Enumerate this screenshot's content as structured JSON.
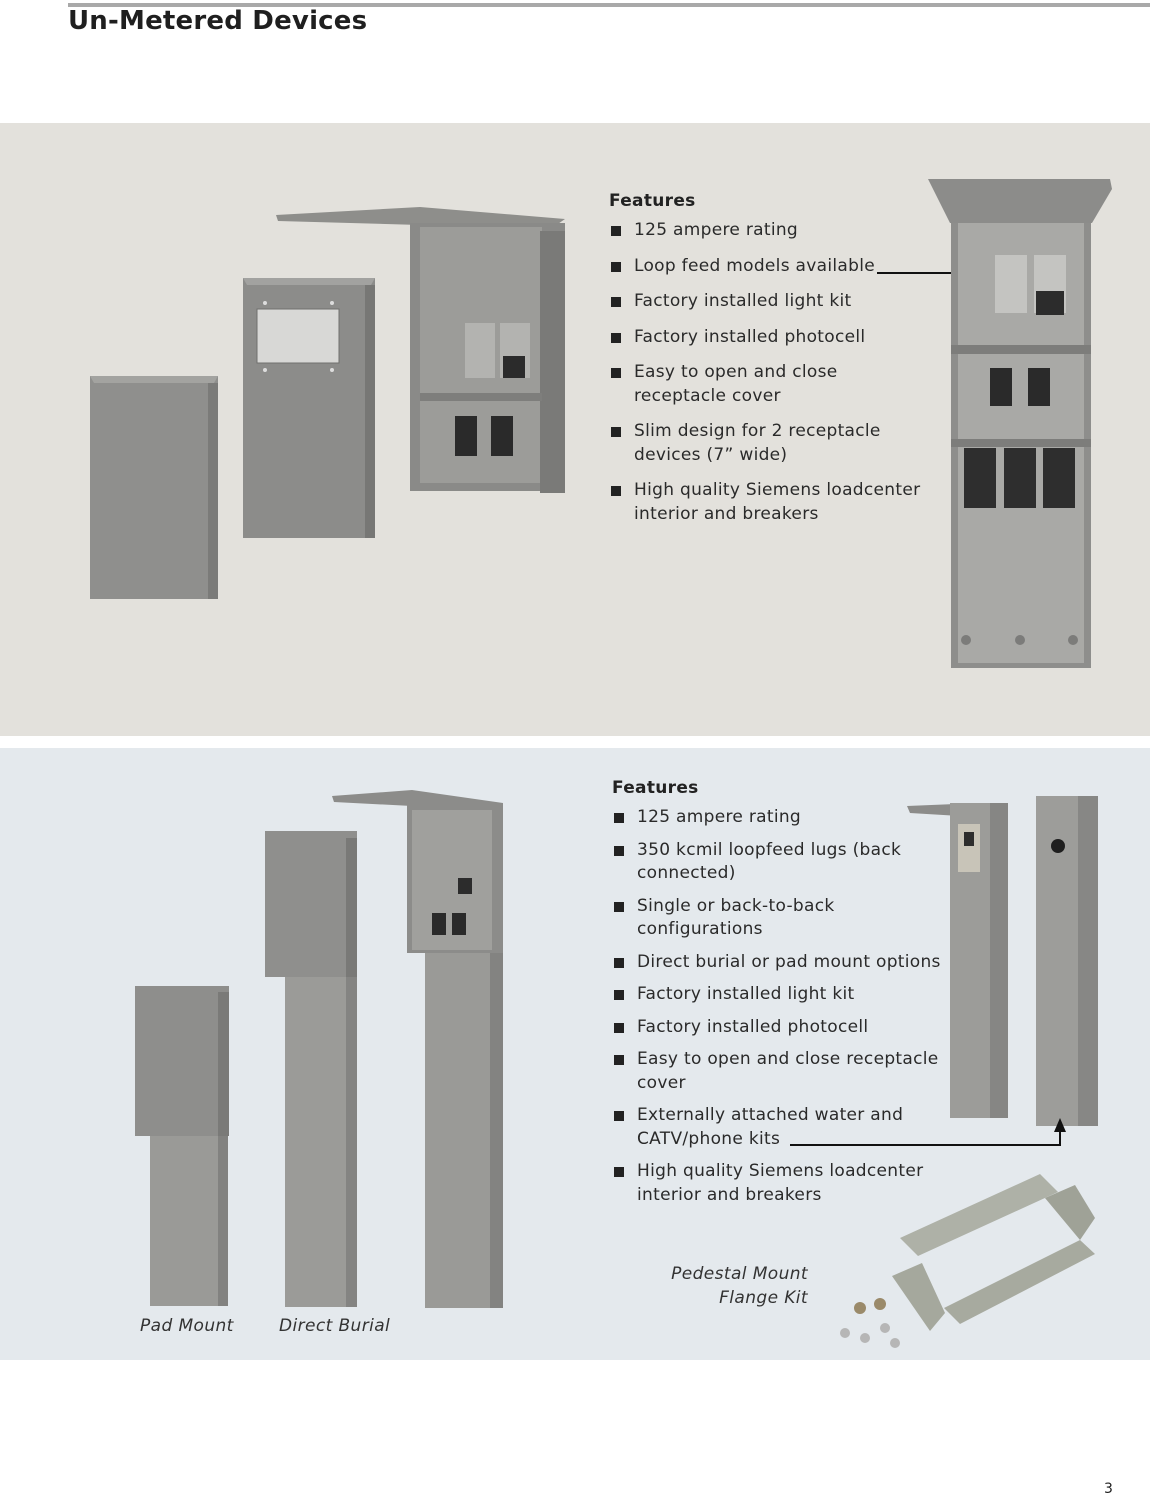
{
  "page": {
    "title": "Un-Metered Devices",
    "page_number": "3"
  },
  "section1": {
    "features_heading": "Features",
    "features": [
      "125 ampere rating",
      "Loop feed models available",
      "Factory installed light kit",
      "Factory installed photocell",
      "Easy to open and close receptacle cover",
      "Slim design for 2 receptacle devices (7” wide)",
      "High quality Siemens loadcenter interior and breakers"
    ]
  },
  "section2": {
    "features_heading": "Features",
    "features": [
      "125 ampere rating",
      "350 kcmil loopfeed lugs (back connected)",
      "Single or back-to-back configurations",
      "Direct burial or pad mount options",
      "Factory installed light kit",
      "Factory installed photocell",
      "Easy to open and close receptacle cover",
      "Externally attached water and CATV/phone kits",
      "High quality Siemens loadcenter interior and breakers"
    ],
    "captions": {
      "pad_mount": "Pad Mount",
      "direct_burial": "Direct Burial",
      "flange_kit_line1": "Pedestal Mount",
      "flange_kit_line2": "Flange Kit"
    }
  },
  "colors": {
    "panel1_bg": "#e3e1dc",
    "panel2_bg": "#e4e9ed",
    "enclosure_gray": "#8f8f8c",
    "rule_gray": "#a9a9a9"
  }
}
